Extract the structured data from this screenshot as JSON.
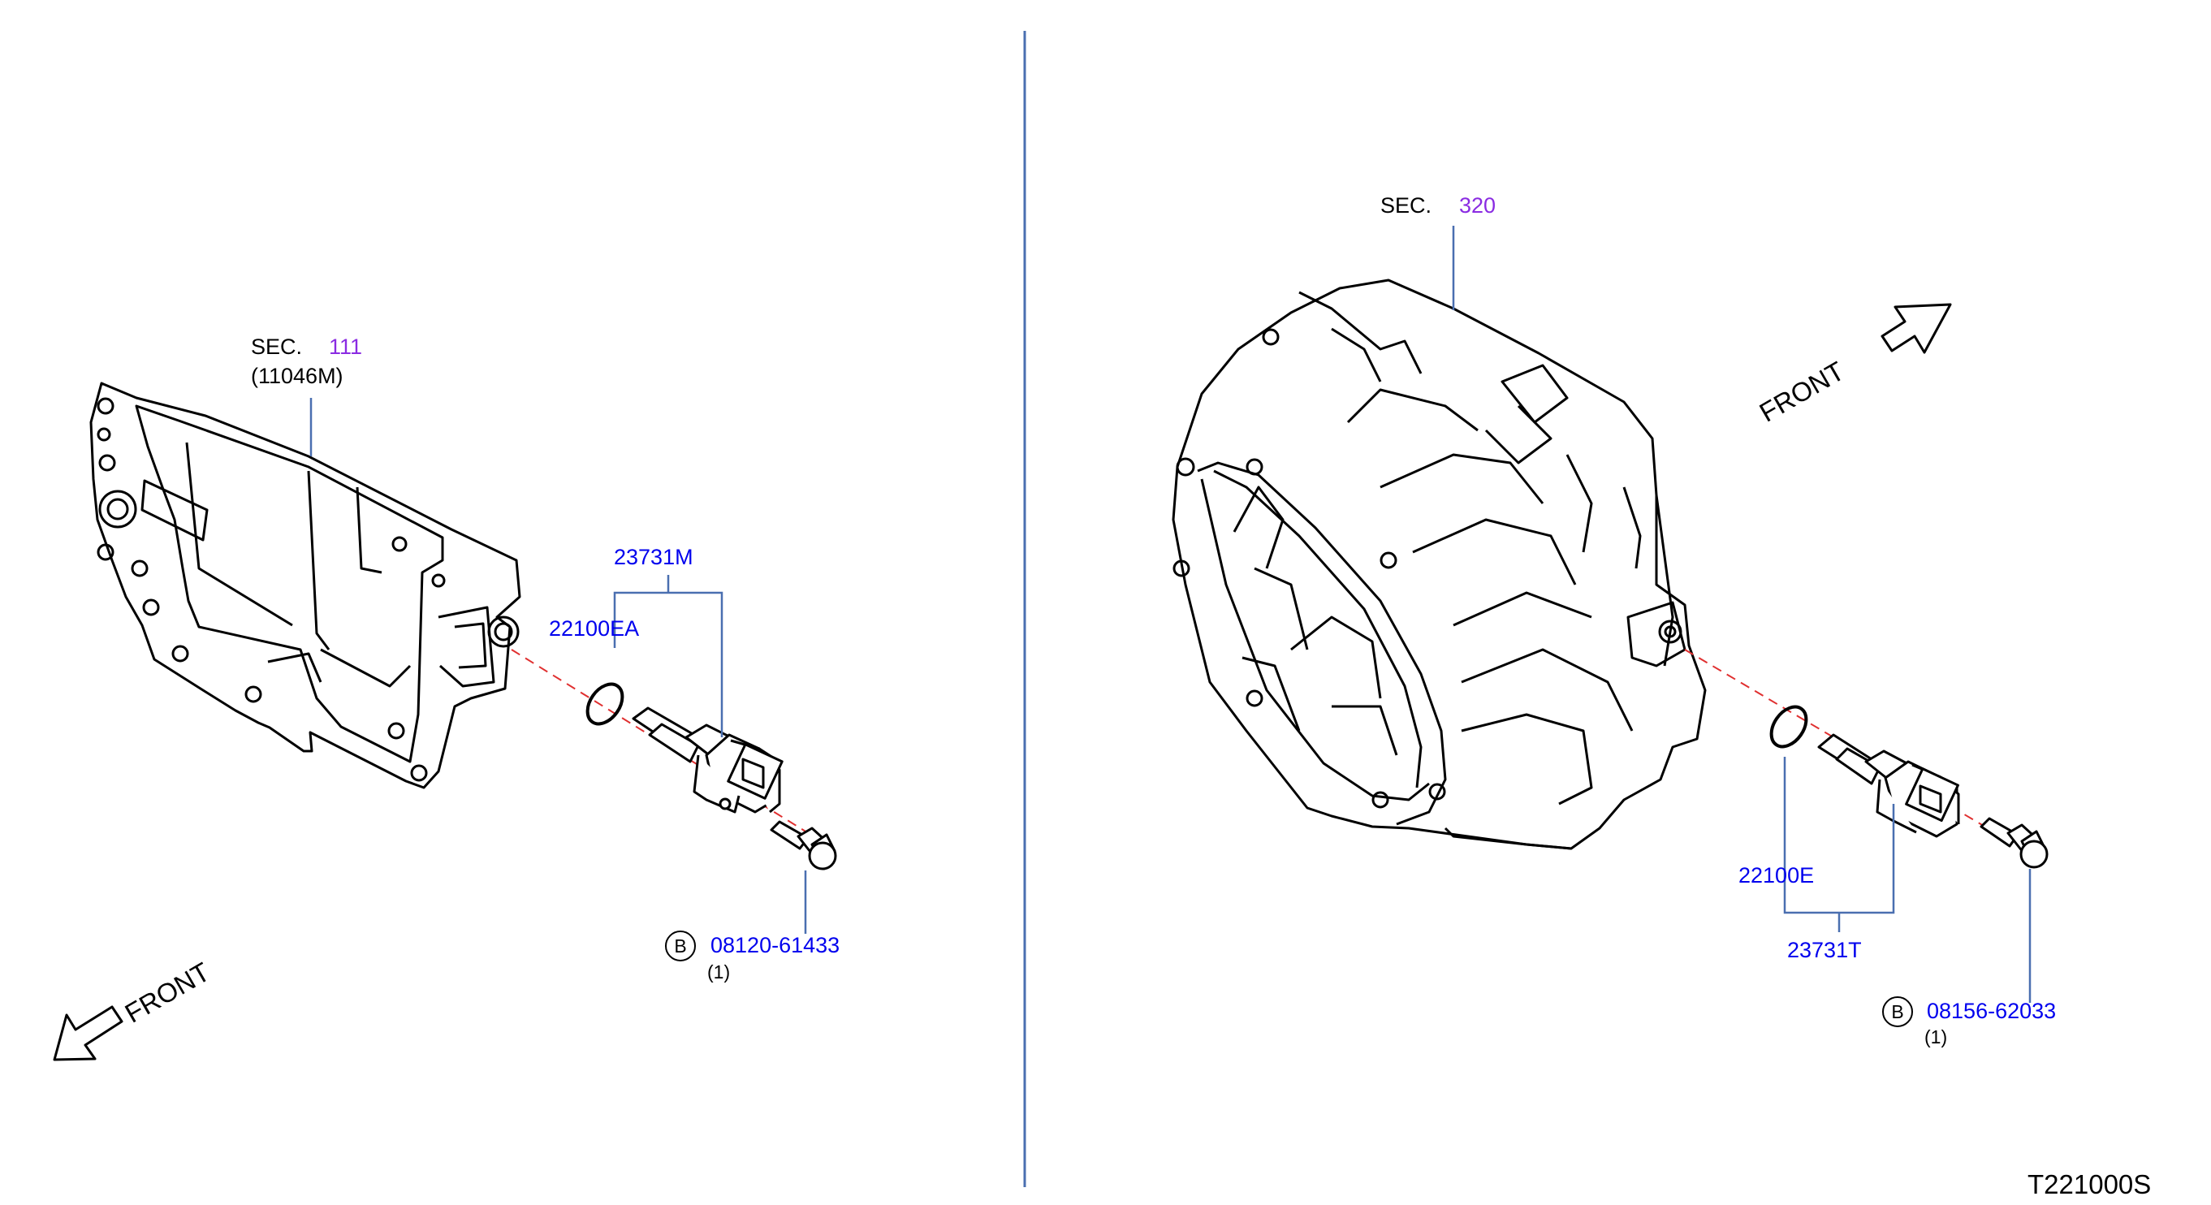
{
  "left_panel": {
    "sec_label": "SEC.",
    "sec_number": "111",
    "sec_sub": "(11046M)",
    "sensor_part": "23731M",
    "oring_part": "22100EA",
    "bolt_marker": "B",
    "bolt_part": "08120-61433",
    "bolt_qty": "(1)",
    "front_label": "FRONT"
  },
  "right_panel": {
    "sec_label": "SEC.",
    "sec_number": "320",
    "oring_part": "22100E",
    "sensor_part": "23731T",
    "bolt_marker": "B",
    "bolt_part": "08156-62033",
    "bolt_qty": "(1)",
    "front_label": "FRONT"
  },
  "diagram_code": "T221000S",
  "colors": {
    "part_number": "#0000ee",
    "section_ref": "#8a2be2",
    "leader": "#4a6fb0",
    "divider": "#4a6fb0",
    "axis_dash": "#e03030",
    "outline": "#000000"
  }
}
